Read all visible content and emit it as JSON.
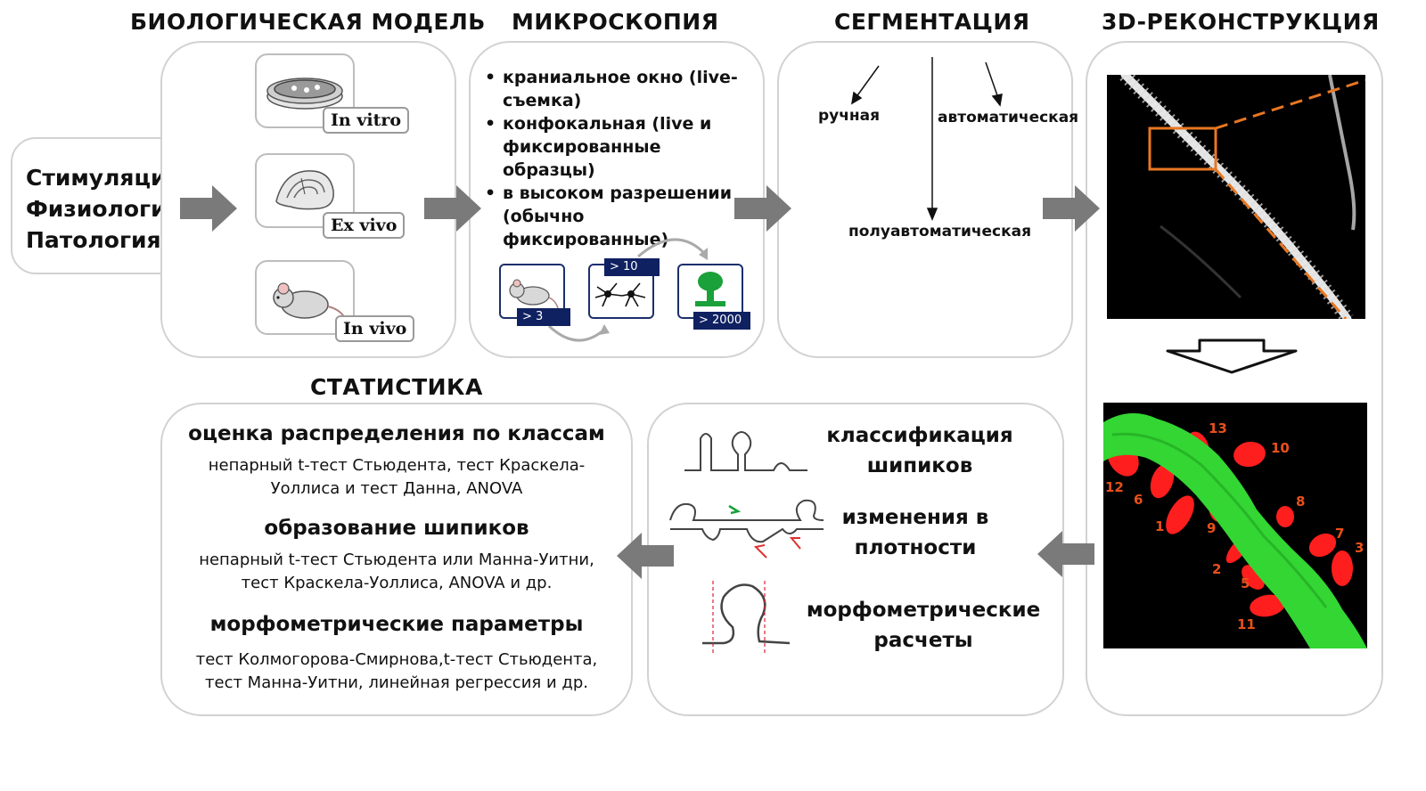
{
  "titles": {
    "bio_model": "БИОЛОГИЧЕСКАЯ МОДЕЛЬ",
    "microscopy": "МИКРОСКОПИЯ",
    "segmentation": "СЕГМЕНТАЦИЯ",
    "reconstruction": "3D-РЕКОНСТРУКЦИЯ",
    "statistics": "СТАТИСТИКА"
  },
  "conditions": [
    "Стимуляция",
    "Физиология",
    "Патология"
  ],
  "models": {
    "in_vitro": "In vitro",
    "ex_vivo": "Ex vivo",
    "in_vivo": "In vivo"
  },
  "microscopy_items": [
    "краниальное окно (live-съемка)",
    "конфокальная (live и фиксированные образцы)",
    "в высоком разрешении (обычно фиксированные)"
  ],
  "pipeline_badges": {
    "animals": "> 3",
    "neurons": "> 10",
    "spines": "> 2000"
  },
  "segmentation": {
    "manual": "ручная",
    "automatic": "автоматическая",
    "semiautomatic": "полуавтоматическая"
  },
  "spine_numbers": [
    "13",
    "10",
    "12",
    "6",
    "8",
    "1",
    "9",
    "7",
    "3",
    "2",
    "5",
    "11"
  ],
  "analysis": {
    "classification": "классификация шипиков",
    "density": "изменения в плотности",
    "morphometry": "морфометрические расчеты"
  },
  "statistics": [
    {
      "heading": "оценка распределения по классам",
      "line1": "непарный t-тест Стьюдента, тест Краскела-",
      "line2": "Уоллиса и тест Данна, ANOVA"
    },
    {
      "heading": "образование шипиков",
      "line1": "непарный t-тест Стьюдента или Манна-Уитни,",
      "line2": "тест Краскела-Уоллиса, ANOVA и др."
    },
    {
      "heading": "морфометрические параметры",
      "line1": "тест Колмогорова-Смирнова,t-тест Стьюдента,",
      "line2": "тест Манна-Уитни, линейная регрессия и др."
    }
  ],
  "colors": {
    "box_border": "#d2d2d2",
    "flow_arrow": "#7a7a7a",
    "highlight": "#e87722",
    "dendrite": "#33d633",
    "spine": "#ff1e1e",
    "badge": "#0f2161",
    "label_number": "#e8501a"
  }
}
